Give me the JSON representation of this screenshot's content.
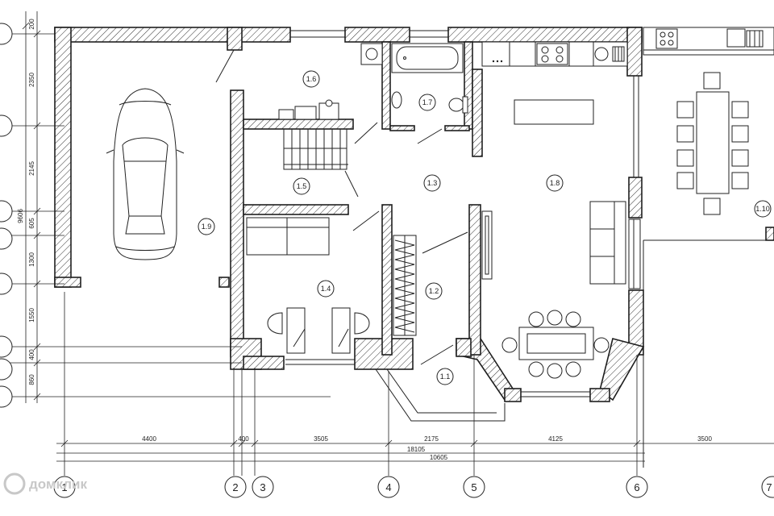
{
  "rooms": [
    "1.1",
    "1.2",
    "1.3",
    "1.4",
    "1.5",
    "1.6",
    "1.7",
    "1.8",
    "1.9",
    "1.10"
  ],
  "dimensions_bottom": {
    "segments": [
      "4400",
      "400",
      "3505",
      "2175",
      "4125",
      "3500"
    ],
    "total_inner": "18105",
    "total_outer": "10605"
  },
  "dimensions_left": {
    "segments": [
      "200",
      "2350",
      "2145",
      "605",
      "1300",
      "1550",
      "400",
      "860"
    ],
    "total": "9606"
  },
  "axes_bottom": [
    "1",
    "2",
    "3",
    "4",
    "5",
    "6",
    "7"
  ],
  "watermark": "домклик"
}
